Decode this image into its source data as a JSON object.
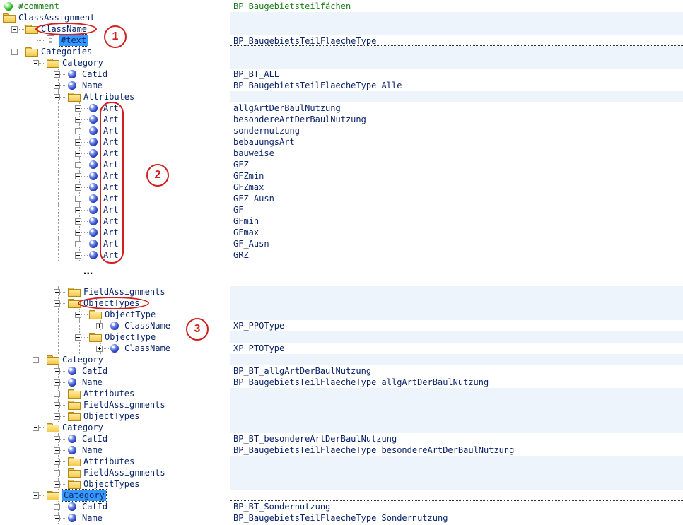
{
  "top": {
    "rows": [
      {
        "kind": "ball-green",
        "label": "#comment",
        "value": "BP_Baugebietsteilfächen",
        "value_color": "green",
        "band": false,
        "label_color": "green"
      },
      {
        "kind": "folder",
        "label": "ClassAssignment",
        "value": "",
        "band": true
      },
      {
        "kind": "folder",
        "label": "ClassName",
        "value": "",
        "band": true
      },
      {
        "kind": "doc",
        "label": "#text",
        "value": "BP_BaugebietsTeilFlaecheType",
        "band": false,
        "selected": true,
        "focus": true
      },
      {
        "kind": "folder",
        "label": "Categories",
        "value": "",
        "band": true
      },
      {
        "kind": "folder",
        "label": "Category",
        "value": "",
        "band": true
      },
      {
        "kind": "ball",
        "label": "CatId",
        "value": "BP_BT_ALL",
        "band": false
      },
      {
        "kind": "ball",
        "label": "Name",
        "value": "BP_BaugebietsTeilFlaecheType Alle",
        "band": false
      },
      {
        "kind": "folder",
        "label": "Attributes",
        "value": "",
        "band": true
      },
      {
        "kind": "ball",
        "label": "Art",
        "value": "allgArtDerBaulNutzung",
        "band": false
      },
      {
        "kind": "ball",
        "label": "Art",
        "value": "besondereArtDerBaulNutzung",
        "band": false
      },
      {
        "kind": "ball",
        "label": "Art",
        "value": "sondernutzung",
        "band": false
      },
      {
        "kind": "ball",
        "label": "Art",
        "value": "bebauungsArt",
        "band": false
      },
      {
        "kind": "ball",
        "label": "Art",
        "value": "bauweise",
        "band": false
      },
      {
        "kind": "ball",
        "label": "Art",
        "value": "GFZ",
        "band": false
      },
      {
        "kind": "ball",
        "label": "Art",
        "value": "GFZmin",
        "band": false
      },
      {
        "kind": "ball",
        "label": "Art",
        "value": "GFZmax",
        "band": false
      },
      {
        "kind": "ball",
        "label": "Art",
        "value": "GFZ_Ausn",
        "band": false
      },
      {
        "kind": "ball",
        "label": "Art",
        "value": "GF",
        "band": false
      },
      {
        "kind": "ball",
        "label": "Art",
        "value": "GFmin",
        "band": false
      },
      {
        "kind": "ball",
        "label": "Art",
        "value": "GFmax",
        "band": false
      },
      {
        "kind": "ball",
        "label": "Art",
        "value": "GF_Ausn",
        "band": false
      },
      {
        "kind": "ball",
        "label": "Art",
        "value": "GRZ",
        "band": false
      }
    ]
  },
  "ellipsis": "...",
  "bottom": {
    "rows": [
      {
        "kind": "folder",
        "label": "FieldAssignments",
        "value": "",
        "band": true
      },
      {
        "kind": "folder",
        "label": "ObjectTypes",
        "value": "",
        "band": true
      },
      {
        "kind": "folder",
        "label": "ObjectType",
        "value": "",
        "band": true
      },
      {
        "kind": "ball",
        "label": "ClassName",
        "value": "XP_PPOType",
        "band": false
      },
      {
        "kind": "folder",
        "label": "ObjectType",
        "value": "",
        "band": true
      },
      {
        "kind": "ball",
        "label": "ClassName",
        "value": "XP_PTOType",
        "band": false
      },
      {
        "kind": "folder",
        "label": "Category",
        "value": "",
        "band": true
      },
      {
        "kind": "ball",
        "label": "CatId",
        "value": "BP_BT_allgArtDerBaulNutzung",
        "band": false
      },
      {
        "kind": "ball",
        "label": "Name",
        "value": "BP_BaugebietsTeilFlaecheType allgArtDerBaulNutzung",
        "band": false
      },
      {
        "kind": "folder",
        "label": "Attributes",
        "value": "",
        "band": true
      },
      {
        "kind": "folder",
        "label": "FieldAssignments",
        "value": "",
        "band": true
      },
      {
        "kind": "folder",
        "label": "ObjectTypes",
        "value": "",
        "band": true
      },
      {
        "kind": "folder",
        "label": "Category",
        "value": "",
        "band": true
      },
      {
        "kind": "ball",
        "label": "CatId",
        "value": "BP_BT_besondereArtDerBaulNutzung",
        "band": false
      },
      {
        "kind": "ball",
        "label": "Name",
        "value": "BP_BaugebietsTeilFlaecheType besondereArtDerBaulNutzung",
        "band": false
      },
      {
        "kind": "folder",
        "label": "Attributes",
        "value": "",
        "band": true
      },
      {
        "kind": "folder",
        "label": "FieldAssignments",
        "value": "",
        "band": true
      },
      {
        "kind": "folder",
        "label": "ObjectTypes",
        "value": "",
        "band": true
      },
      {
        "kind": "folder",
        "label": "Category",
        "value": "",
        "band": true,
        "selected": true,
        "focus": true
      },
      {
        "kind": "ball",
        "label": "CatId",
        "value": "BP_BT_Sondernutzung",
        "band": false
      },
      {
        "kind": "ball",
        "label": "Name",
        "value": "BP_BaugebietsTeilFlaecheType Sondernutzung",
        "band": false
      }
    ]
  },
  "callouts": [
    "1",
    "2",
    "3"
  ]
}
